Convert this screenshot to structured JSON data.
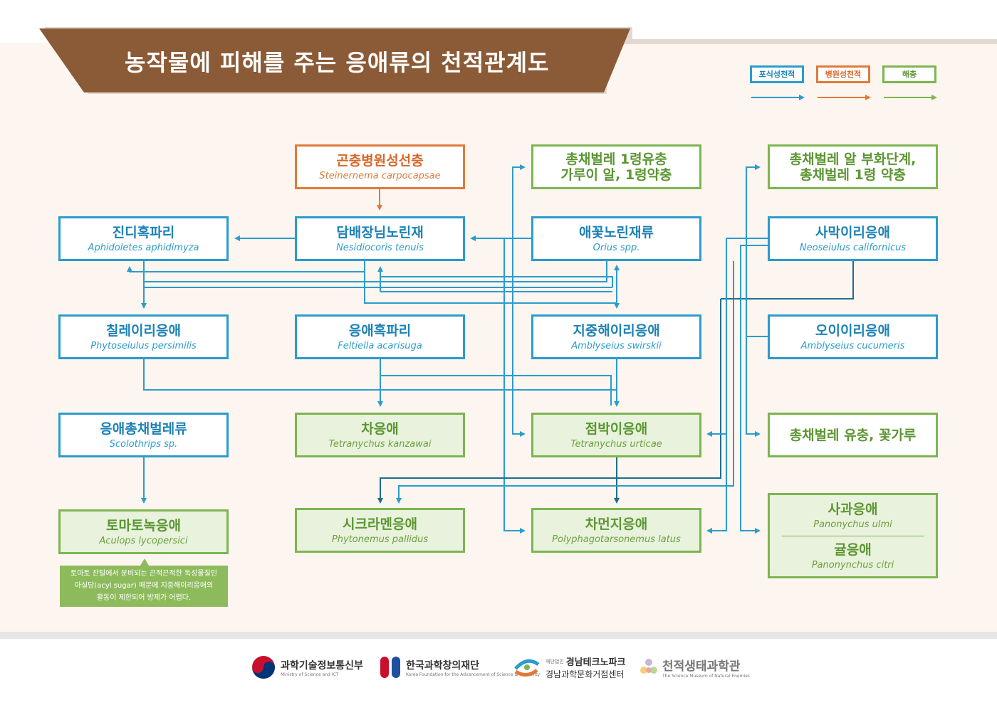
{
  "title": "농작물에 피해를 주는 응애류의 천적관계도",
  "legend": [
    {
      "label": "포식성천적",
      "color": "#2b9ccc"
    },
    {
      "label": "병원성천적",
      "color": "#e07b3a"
    },
    {
      "label": "해충",
      "color": "#7db550"
    }
  ],
  "nodes": {
    "steinernema": {
      "ko": "곤충병원성선충",
      "sci": "Steinernema carpocapsae"
    },
    "chongchae_larva": {
      "ko1": "총채벌레 1령유충",
      "ko2": "가루이 알, 1령약충"
    },
    "chongchae_hatch": {
      "ko1": "총채벌레 알 부화단계,",
      "ko2": "총채벌레 1령 약충"
    },
    "aphidoletes": {
      "ko": "진디혹파리",
      "sci": "Aphidoletes aphidimyza"
    },
    "nesidiocoris": {
      "ko": "담배장님노린재",
      "sci": "Nesidiocoris tenuis"
    },
    "orius": {
      "ko": "애꽃노린재류",
      "sci": "Orius spp."
    },
    "neoseiulus": {
      "ko": "사막이리응애",
      "sci": "Neoseiulus californicus"
    },
    "phytoseiulus": {
      "ko": "칠레이리응애",
      "sci": "Phytoseiulus persimilis"
    },
    "feltiella": {
      "ko": "응애혹파리",
      "sci": "Feltiella acarisuga"
    },
    "amblyseius_sw": {
      "ko": "지중해이리응애",
      "sci": "Amblyseius swirskii"
    },
    "amblyseius_cu": {
      "ko": "오이이리응애",
      "sci": "Amblyseius cucumeris"
    },
    "scolothrips": {
      "ko": "응애총채벌레류",
      "sci": "Scolothrips sp."
    },
    "kanzawai": {
      "ko": "차응애",
      "sci": "Tetranychus kanzawai"
    },
    "urticae": {
      "ko": "점박이응애",
      "sci": "Tetranychus urticae"
    },
    "chongchae_flower": {
      "ko": "총채벌레 유충, 꽃가루"
    },
    "aculops": {
      "ko": "토마토녹응애",
      "sci": "Aculops lycopersici"
    },
    "phytonemus": {
      "ko": "시크라멘응애",
      "sci": "Phytonemus pallidus"
    },
    "polyphagotarsonemus": {
      "ko": "차먼지응애",
      "sci": "Polyphagotarsonemus latus"
    },
    "panonychus": {
      "ko1": "사과응애",
      "sci1": "Panonychus ulmi",
      "ko2": "귤응애",
      "sci2": "Panonynchus citri"
    }
  },
  "note": {
    "line1": "토마토 잔털에서 분비되는 끈적끈적한 독성물질인",
    "line2": "아실당(acyl sugar) 때문에 지중해이리응애의",
    "line3": "활동이 제한되어 방제가 어렵다."
  },
  "footer": [
    {
      "name": "과학기술정보통신부",
      "sub": "Ministry of Science and ICT"
    },
    {
      "name": "한국과학창의재단",
      "sub": "Korea Foundation for the Advancement of Science & Creativity"
    },
    {
      "name": "경남테크노파크",
      "name2": "경남과학문화거점센터",
      "prefix": "재단법인"
    },
    {
      "name": "천적생태과학관",
      "sub": "The Science Museum of Natural Enemies"
    }
  ],
  "colors": {
    "predator": "#2b9ccc",
    "pathogen": "#e07b3a",
    "pest": "#7db550",
    "banner": "#8b5a36"
  }
}
